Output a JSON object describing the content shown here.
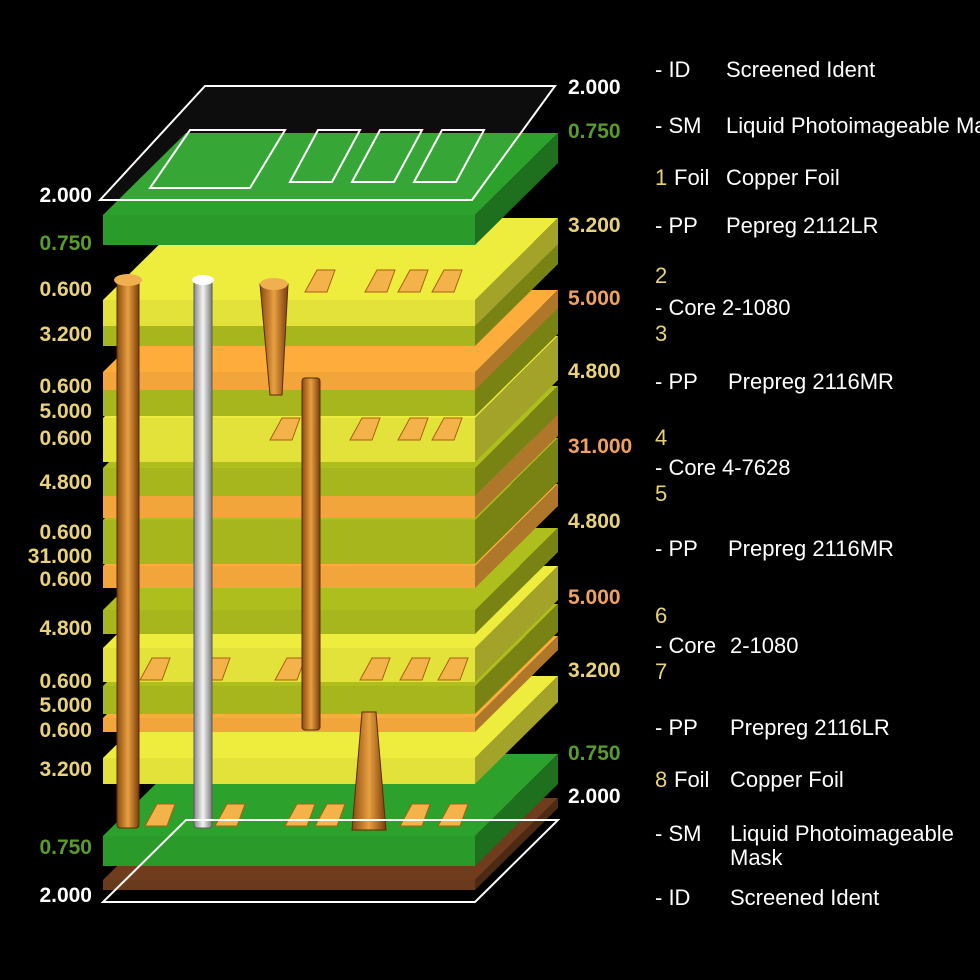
{
  "colors": {
    "background": "#000000",
    "silk": "#ffffff",
    "mask": "#2a9a2a",
    "prepreg": "#e3e23a",
    "core_dark": "#a6b61c",
    "copper": "#f2a53a",
    "via": "#c8801c",
    "yellow_text": "#e8d27a",
    "green_text": "#5a9a2e",
    "orange_text": "#f0a060"
  },
  "left_thickness": [
    {
      "value": "2.000",
      "color": "#ffffff"
    },
    {
      "value": "0.750",
      "color": "#5a9a2e"
    },
    {
      "value": "0.600",
      "color": "#e8d27a"
    },
    {
      "value": "3.200",
      "color": "#e8d27a"
    },
    {
      "value": "0.600",
      "color": "#e8d27a"
    },
    {
      "value": "5.000",
      "color": "#e8d27a"
    },
    {
      "value": "0.600",
      "color": "#e8d27a"
    },
    {
      "value": "4.800",
      "color": "#e8d27a"
    },
    {
      "value": "0.600",
      "color": "#e8d27a"
    },
    {
      "value": "31.000",
      "color": "#e8d27a"
    },
    {
      "value": "0.600",
      "color": "#e8d27a"
    },
    {
      "value": "4.800",
      "color": "#e8d27a"
    },
    {
      "value": "0.600",
      "color": "#e8d27a"
    },
    {
      "value": "5.000",
      "color": "#e8d27a"
    },
    {
      "value": "0.600",
      "color": "#e8d27a"
    },
    {
      "value": "3.200",
      "color": "#e8d27a"
    },
    {
      "value": "0.750",
      "color": "#5a9a2e"
    },
    {
      "value": "2.000",
      "color": "#ffffff"
    }
  ],
  "right_thickness": [
    {
      "value": "2.000",
      "color": "#ffffff"
    },
    {
      "value": "0.750",
      "color": "#5a9a2e"
    },
    {
      "value": "3.200",
      "color": "#e8d27a"
    },
    {
      "value": "5.000",
      "color": "#f0a060"
    },
    {
      "value": "4.800",
      "color": "#e8d27a"
    },
    {
      "value": "31.000",
      "color": "#f0a060"
    },
    {
      "value": "4.800",
      "color": "#e8d27a"
    },
    {
      "value": "5.000",
      "color": "#f0a060"
    },
    {
      "value": "3.200",
      "color": "#e8d27a"
    },
    {
      "value": "0.750",
      "color": "#5a9a2e"
    },
    {
      "value": "2.000",
      "color": "#ffffff"
    }
  ],
  "legend": [
    {
      "code": "- ID",
      "desc": "Screened Ident",
      "num": false
    },
    {
      "code": "- SM",
      "desc": "Liquid Photoimageable Mask",
      "num": false
    },
    {
      "code": "1",
      "desc": "",
      "num": true
    },
    {
      "code": "Foil",
      "desc": "Copper Foil",
      "num": false
    },
    {
      "code": "- PP",
      "desc": "Pepreg 2112LR",
      "num": false
    },
    {
      "code": "2",
      "desc": "",
      "num": true
    },
    {
      "code": "- Core",
      "desc": "2-1080",
      "num": false
    },
    {
      "code": "3",
      "desc": "",
      "num": true
    },
    {
      "code": "- PP",
      "desc": "Prepreg 2116MR",
      "num": false
    },
    {
      "code": "4",
      "desc": "",
      "num": true
    },
    {
      "code": "- Core",
      "desc": "4-7628",
      "num": false
    },
    {
      "code": "5",
      "desc": "",
      "num": true
    },
    {
      "code": "- PP",
      "desc": "Prepreg 2116MR",
      "num": false
    },
    {
      "code": "6",
      "desc": "",
      "num": true
    },
    {
      "code": "- Core",
      "desc": "2-1080",
      "num": false
    },
    {
      "code": "7",
      "desc": "",
      "num": true
    },
    {
      "code": "- PP",
      "desc": "Prepreg 2116LR",
      "num": false
    },
    {
      "code": "8",
      "desc": "",
      "num": true
    },
    {
      "code": "Foil",
      "desc": "Copper Foil",
      "num": false
    },
    {
      "code": "- SM",
      "desc": "Liquid Photoimageable Mask",
      "num": false
    },
    {
      "code": "- ID",
      "desc": "Screened Ident",
      "num": false
    }
  ]
}
